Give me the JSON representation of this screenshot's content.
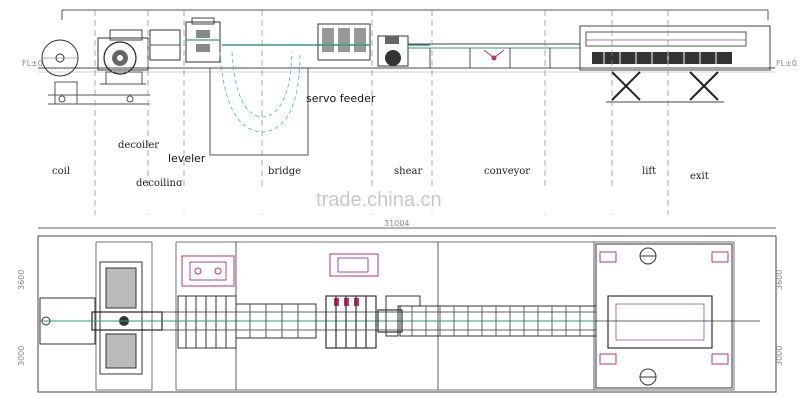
{
  "labels": {
    "coil": "coil",
    "decoiler": "decoiler",
    "leveler": "leveler",
    "decoiling": "decoiling",
    "bridge": "bridge",
    "servo_feeder": "servo feeder",
    "shear": "shear",
    "conveyor": "conveyor",
    "lift": "lift",
    "exit": "exit"
  },
  "dimensions": {
    "overall_length": "31004",
    "left_upper": "3600",
    "left_lower": "3000",
    "right_upper": "3600",
    "right_lower": "3000",
    "floor_level_left": "FL±0",
    "floor_level_right": "FL±0"
  },
  "watermark": "trade.china.cn",
  "colors": {
    "line": "#555555",
    "frame": "#333333",
    "accent_green": "#2e9e7a",
    "accent_pink": "#c0306a",
    "accent_magenta": "#a04aa8",
    "accent_cyan": "#3cb8c8",
    "dash": "#888888"
  }
}
